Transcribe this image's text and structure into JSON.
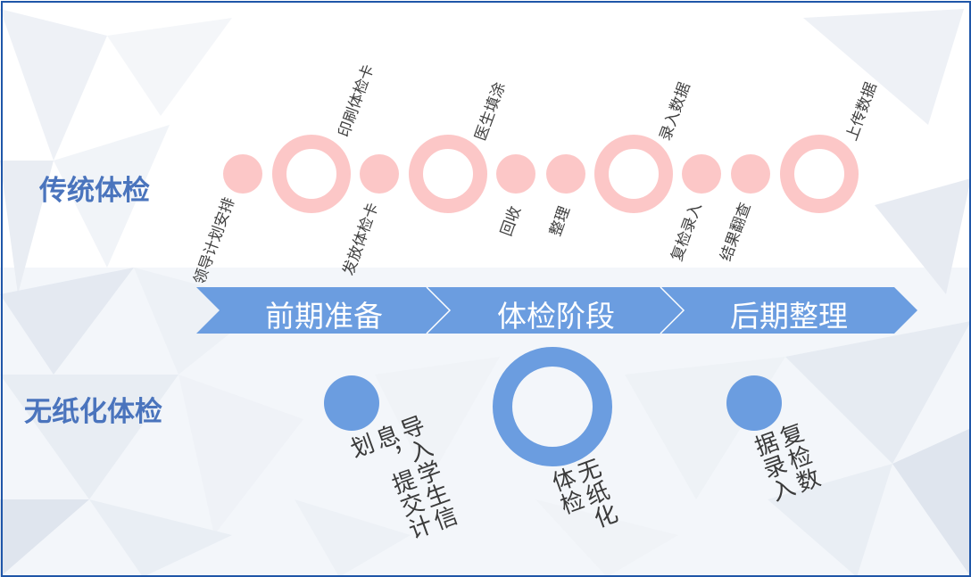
{
  "rows": {
    "traditional": "传统体检",
    "paperless": "无纸化体检"
  },
  "phases": [
    "前期准备",
    "体检阶段",
    "后期整理"
  ],
  "traditional_steps": {
    "schedule": "领导计划安排",
    "print_card": "印刷体检卡",
    "issue_card": "发放体检卡",
    "doctor_fill": "医生填涂",
    "collect": "回收",
    "organize": "整理",
    "enter_data": "录入数据",
    "recheck_entry": "复检录入",
    "result_check": "结果翻查",
    "upload_data": "上传数据"
  },
  "paperless_steps": {
    "import": "导入学生信息，提交计划",
    "paperless_exam": "无纸化体检",
    "recheck_data": "复检数据录入"
  },
  "colors": {
    "traditional_accent": "#fcc7c7",
    "paperless_accent": "#6b9de0",
    "label_blue": "#4a74bd",
    "frame": "#1f56a8"
  }
}
